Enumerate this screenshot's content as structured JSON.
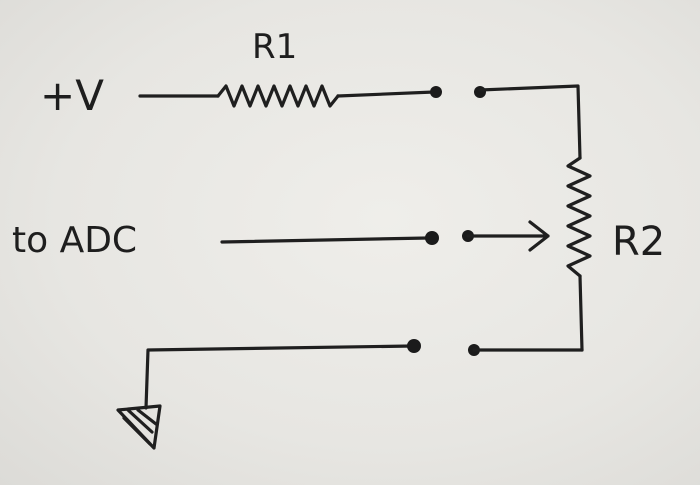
{
  "labels": {
    "supply": "+V",
    "adc": "to ADC",
    "r1": "R1",
    "r2": "R2"
  },
  "colors": {
    "ink": "#1f1f1f",
    "paper": "#e9e8e4"
  },
  "icons": {
    "ground": "ground-symbol-icon"
  }
}
